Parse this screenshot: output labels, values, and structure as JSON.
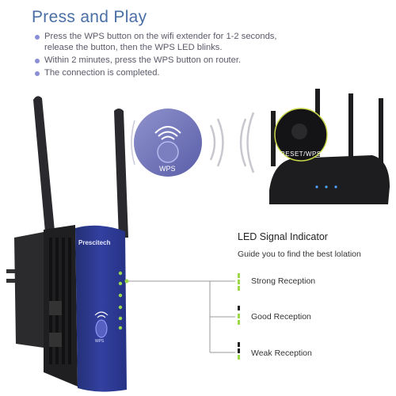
{
  "header": {
    "title": "Press and Play"
  },
  "steps": [
    {
      "text": "Press the WPS button on the wifi extender for 1-2 seconds, release the button, then the WPS LED blinks."
    },
    {
      "text": "Within 2 minutes, press the WPS button on router."
    },
    {
      "text": "The connection is completed."
    }
  ],
  "device": {
    "brand": "Prescitech",
    "button_label": "WPS"
  },
  "zoom": {
    "button_label": "WPS"
  },
  "router": {
    "button_label": "RESET/WPS"
  },
  "led": {
    "title": "LED Signal Indicator",
    "subtitle": "Guide you to find the best lolation",
    "levels": [
      {
        "label": "Strong Reception"
      },
      {
        "label": "Good Reception"
      },
      {
        "label": "Weak Reception"
      }
    ]
  },
  "colors": {
    "accent": "#4a6fa5",
    "bullet": "#8a8ed6",
    "device_body": "#2f3a8c",
    "led_green": "#9ad94a",
    "router": "#1d1d1f"
  }
}
